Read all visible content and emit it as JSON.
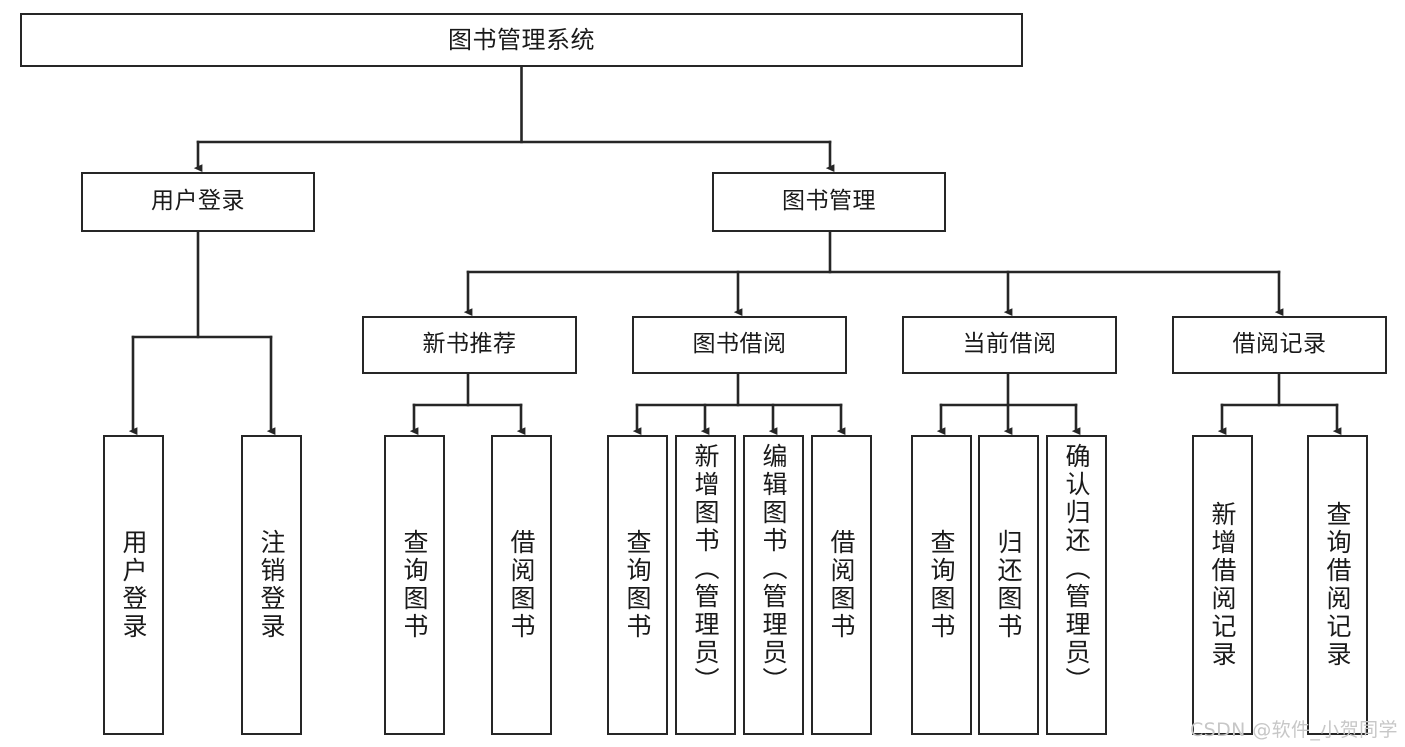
{
  "diagram": {
    "type": "tree",
    "title": "图书管理系统",
    "orientation": "top-down",
    "colors": {
      "box_border": "#262626",
      "box_fill": "#ffffff",
      "connector": "#262626",
      "text": "#1a1a1a",
      "watermark": "#c7c7c7",
      "background": "#ffffff"
    },
    "root": {
      "id": "root",
      "label": "图书管理系统",
      "level": 1
    },
    "level2": [
      {
        "id": "user-login",
        "label": "用户登录",
        "level": 2
      },
      {
        "id": "book-management",
        "label": "图书管理",
        "level": 2
      }
    ],
    "level3": [
      {
        "id": "new-book-recommend",
        "label": "新书推荐",
        "level": 3,
        "parent": "book-management"
      },
      {
        "id": "book-borrow",
        "label": "图书借阅",
        "level": 3,
        "parent": "book-management"
      },
      {
        "id": "current-borrow",
        "label": "当前借阅",
        "level": 3,
        "parent": "book-management"
      },
      {
        "id": "borrow-record",
        "label": "借阅记录",
        "level": 3,
        "parent": "book-management"
      }
    ],
    "leaves": [
      {
        "id": "leaf-user-login",
        "label": "用户登录",
        "parent": "user-login"
      },
      {
        "id": "leaf-logout-login",
        "label": "注销登录",
        "parent": "user-login"
      },
      {
        "id": "leaf-query-book-1",
        "label": "查询图书",
        "parent": "new-book-recommend"
      },
      {
        "id": "leaf-borrow-book-1",
        "label": "借阅图书",
        "parent": "new-book-recommend"
      },
      {
        "id": "leaf-query-book-2",
        "label": "查询图书",
        "parent": "book-borrow"
      },
      {
        "id": "leaf-add-book",
        "label": "新增图书（管理员）",
        "parent": "book-borrow"
      },
      {
        "id": "leaf-edit-book",
        "label": "编辑图书（管理员）",
        "parent": "book-borrow"
      },
      {
        "id": "leaf-borrow-book-2",
        "label": "借阅图书",
        "parent": "book-borrow"
      },
      {
        "id": "leaf-query-book-3",
        "label": "查询图书",
        "parent": "current-borrow"
      },
      {
        "id": "leaf-return-book",
        "label": "归还图书",
        "parent": "current-borrow"
      },
      {
        "id": "leaf-confirm-return",
        "label": "确认归还（管理员）",
        "parent": "current-borrow"
      },
      {
        "id": "leaf-add-record",
        "label": "新增借阅记录",
        "parent": "borrow-record"
      },
      {
        "id": "leaf-query-record",
        "label": "查询借阅记录",
        "parent": "borrow-record"
      }
    ]
  },
  "watermark": {
    "text": "CSDN @软件_小贺同学"
  }
}
